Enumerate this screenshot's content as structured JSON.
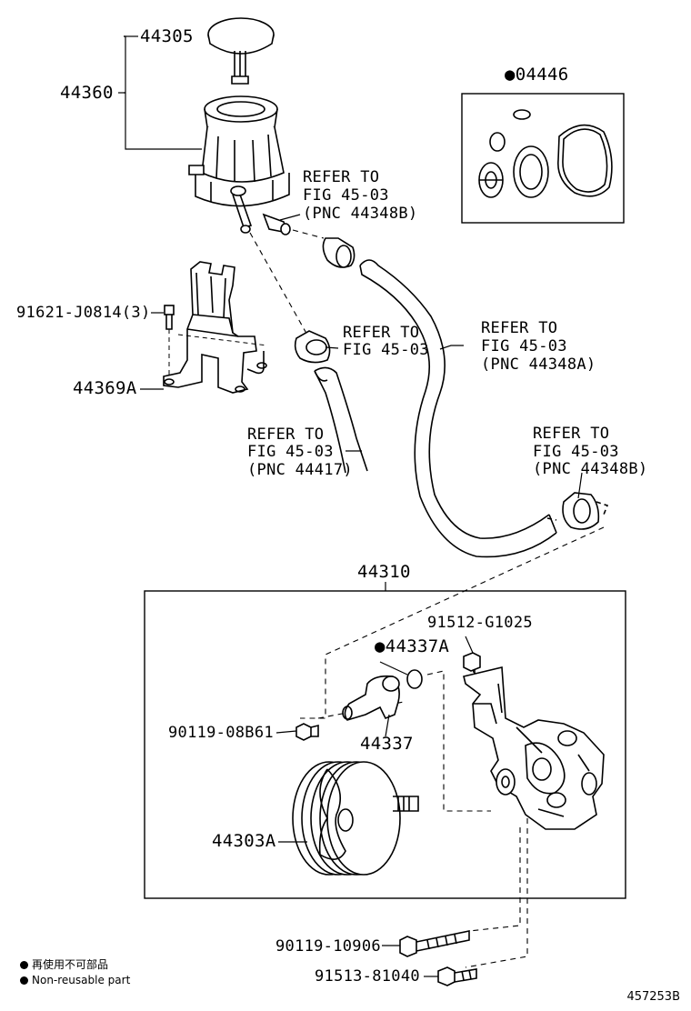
{
  "parts": {
    "p44305": "44305",
    "p44360": "44360",
    "p04446": "●04446",
    "p91621": "91621-J0814(3)",
    "p44369A": "44369A",
    "p44310": "44310",
    "p91512": "91512-G1025",
    "p44337A": "●44337A",
    "p90119a": "90119-08B61",
    "p44337": "44337",
    "p44303A": "44303A",
    "p90119b": "90119-10906",
    "p91513": "91513-81040"
  },
  "refs": {
    "r1": {
      "l1": "REFER TO",
      "l2": "FIG 45-03",
      "l3": "(PNC 44348B)"
    },
    "r2": {
      "l1": "REFER TO",
      "l2": "FIG 45-03"
    },
    "r3": {
      "l1": "REFER TO",
      "l2": "FIG 45-03",
      "l3": "(PNC 44348A)"
    },
    "r4": {
      "l1": "REFER TO",
      "l2": "FIG 45-03",
      "l3": "(PNC 44417)"
    },
    "r5": {
      "l1": "REFER TO",
      "l2": "FIG 45-03",
      "l3": "(PNC 44348B)"
    }
  },
  "legend": {
    "jp": "再使用不可部品",
    "en": "Non-reusable part"
  },
  "diagram_code": "457253B"
}
